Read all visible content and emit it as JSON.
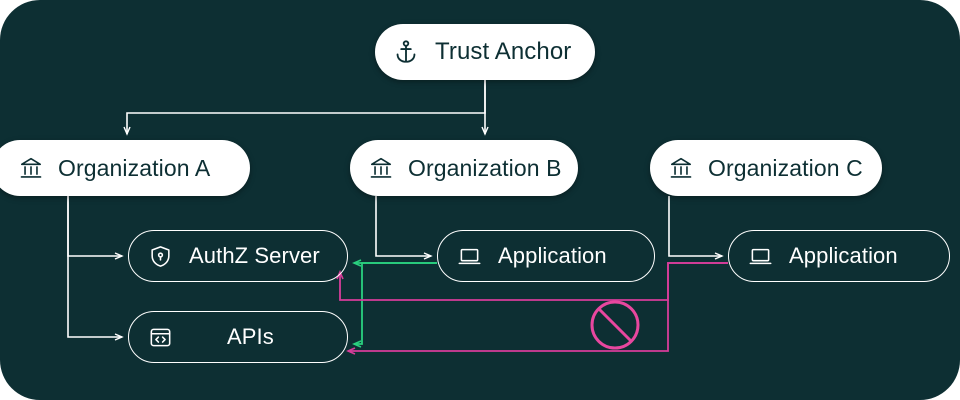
{
  "diagram": {
    "title": "Trust Anchor organization and application trust topology",
    "background_color": "#0d2f33",
    "node_fill_color": "#ffffff",
    "node_text_color_filled": "#0d2f33",
    "node_text_color_outlined": "#ffffff",
    "edge_color_default": "#ffffff",
    "edge_color_allowed": "#2ad07f",
    "edge_color_denied": "#d63d9a",
    "nodes": [
      {
        "id": "trust-anchor",
        "label": "Trust Anchor",
        "icon": "anchor-icon",
        "style": "filled"
      },
      {
        "id": "org-a",
        "label": "Organization A",
        "icon": "bank-icon",
        "style": "filled"
      },
      {
        "id": "org-b",
        "label": "Organization B",
        "icon": "bank-icon",
        "style": "filled"
      },
      {
        "id": "org-c",
        "label": "Organization C",
        "icon": "bank-icon",
        "style": "filled"
      },
      {
        "id": "authz-server",
        "label": "AuthZ Server",
        "icon": "shield-lock-icon",
        "style": "outlined"
      },
      {
        "id": "apis",
        "label": "APIs",
        "icon": "code-brackets-icon",
        "style": "outlined"
      },
      {
        "id": "app-b",
        "label": "Application",
        "icon": "laptop-icon",
        "style": "outlined"
      },
      {
        "id": "app-c",
        "label": "Application",
        "icon": "laptop-icon",
        "style": "outlined"
      }
    ],
    "badges": [
      {
        "id": "blocked",
        "icon": "prohibited-icon",
        "color": "#d63d9a"
      }
    ],
    "edges": [
      {
        "from": "trust-anchor",
        "to": "org-a",
        "color": "#ffffff",
        "arrow": true
      },
      {
        "from": "trust-anchor",
        "to": "org-b",
        "color": "#ffffff",
        "arrow": true
      },
      {
        "from": "org-a",
        "to": "authz-server",
        "color": "#ffffff",
        "arrow": true
      },
      {
        "from": "org-a",
        "to": "apis",
        "color": "#ffffff",
        "arrow": true
      },
      {
        "from": "org-b",
        "to": "app-b",
        "color": "#ffffff",
        "arrow": true
      },
      {
        "from": "org-c",
        "to": "app-c",
        "color": "#ffffff",
        "arrow": true
      },
      {
        "from": "app-b",
        "to": "authz-server",
        "color": "#2ad07f",
        "arrow": true
      },
      {
        "from": "app-b",
        "to": "apis",
        "color": "#2ad07f",
        "arrow": true
      },
      {
        "from": "app-c",
        "to": "authz-server",
        "color": "#d63d9a",
        "arrow": true
      },
      {
        "from": "app-c",
        "to": "apis",
        "color": "#d63d9a",
        "arrow": true
      }
    ]
  }
}
